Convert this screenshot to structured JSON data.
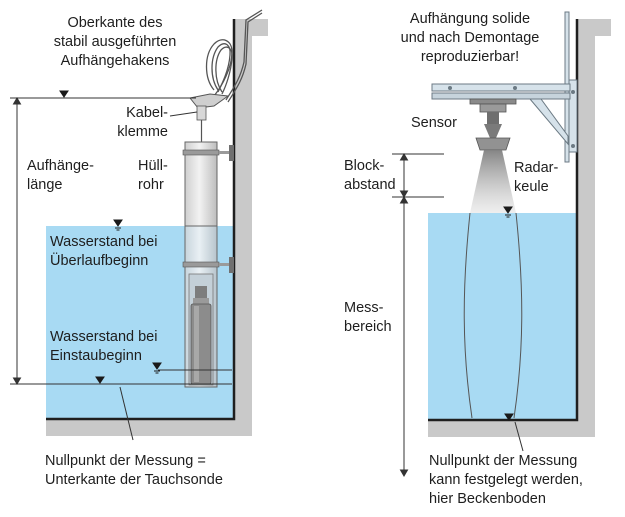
{
  "colors": {
    "water": "#a8daf3",
    "wall": "#c9c9c9",
    "wall_edge": "#1f1f1f",
    "line": "#333333",
    "tube": "#dcdcdc",
    "metal": "#8a8a8a",
    "beam": "#d6e2ea"
  },
  "left": {
    "hook_note": [
      "Oberkante des",
      "stabil ausgeführten",
      "Aufhängehakens"
    ],
    "cable_clamp": [
      "Kabel-",
      "klemme"
    ],
    "hanging_length": [
      "Aufhänge-",
      "länge"
    ],
    "tube": [
      "Hüll-",
      "rohr"
    ],
    "overflow_level": [
      "Wasserstand bei",
      "Überlaufbeginn"
    ],
    "backwater_level": [
      "Wasserstand bei",
      "Einstaubeginn"
    ],
    "zero_point": [
      "Nullpunkt der Messung =",
      "Unterkante der Tauchsonde"
    ]
  },
  "right": {
    "mount_note": [
      "Aufhängung solide",
      "und nach Demontage",
      "reproduzierbar!"
    ],
    "sensor": "Sensor",
    "block_distance": [
      "Block-",
      "abstand"
    ],
    "radar_beam": [
      "Radar-",
      "keule"
    ],
    "measuring_range": [
      "Mess-",
      "bereich"
    ],
    "zero_point": [
      "Nullpunkt der Messung",
      "kann festgelegt werden,",
      "hier Beckenboden"
    ]
  }
}
